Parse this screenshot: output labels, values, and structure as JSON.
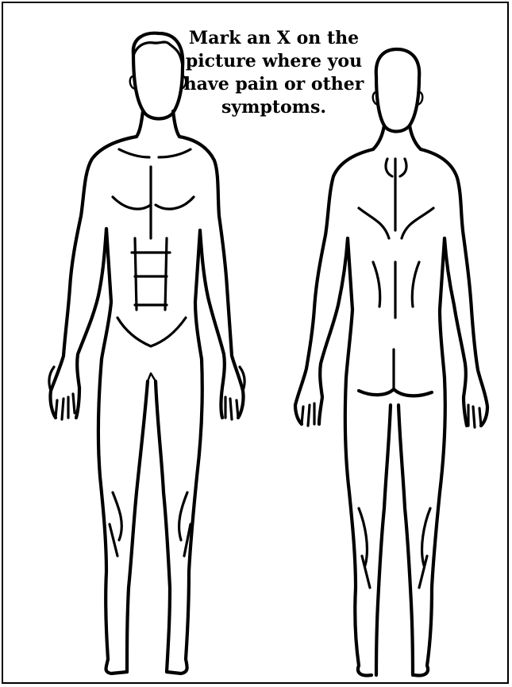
{
  "instruction": {
    "line1": "Mark an X on the",
    "line2": "picture where you",
    "line3": "have pain or other",
    "line4": "symptoms."
  },
  "figures": {
    "front_icon": "human-body-front-view",
    "back_icon": "human-body-back-view"
  }
}
